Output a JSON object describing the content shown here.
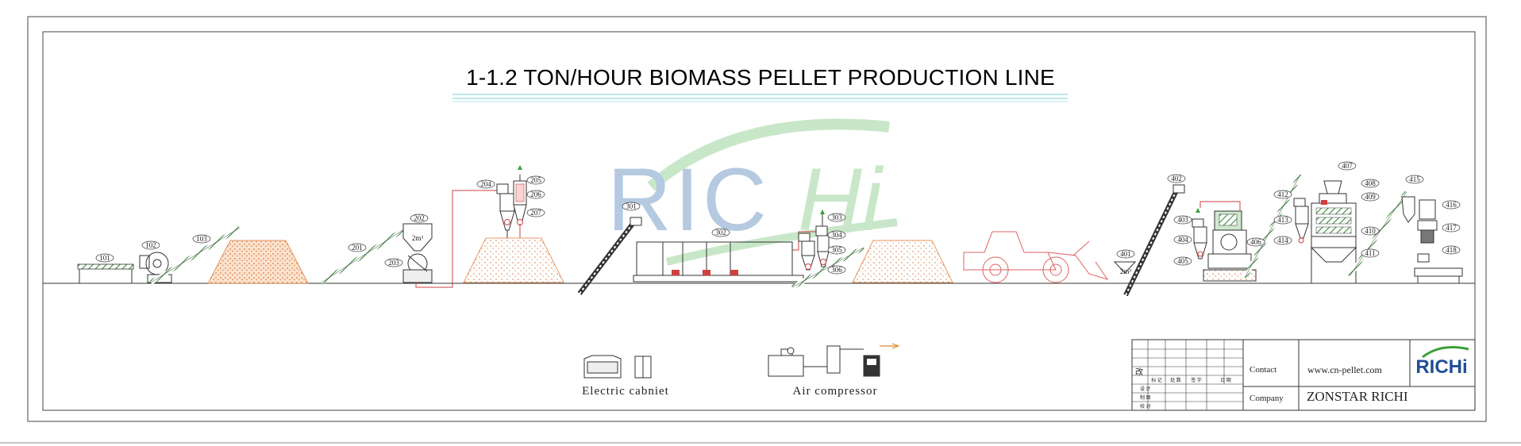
{
  "drawing": {
    "title": "1-1.2 TON/HOUR BIOMASS PELLET PRODUCTION LINE",
    "watermark": "RICHi",
    "colors": {
      "line": "#333333",
      "accent": "#d04040",
      "conveyor": "#3a8a3a",
      "pile": "#e07a3a",
      "watermark_blue": "#a9c0dc",
      "watermark_green": "#bfe3bf"
    }
  },
  "labels": {
    "l101": "101",
    "l102": "102",
    "l103": "103",
    "l201": "201",
    "l202": "202",
    "l203": "203",
    "l204": "204",
    "l205": "205",
    "l206": "206",
    "l207": "207",
    "l301": "301",
    "l302": "302",
    "l303": "303",
    "l304": "304",
    "l305": "305",
    "l306": "306",
    "l401": "401",
    "l402": "402",
    "l403": "403",
    "l404": "404",
    "l405": "405",
    "l406": "406",
    "l407": "407",
    "l408": "408",
    "l409": "409",
    "l410": "410",
    "l411": "411",
    "l412": "412",
    "l413": "413",
    "l414": "414",
    "l415": "415",
    "l416": "416",
    "l417": "417",
    "l418": "418",
    "bin_a": "2m³",
    "bin_b": "2m³"
  },
  "equipment": {
    "electric_cabinet": "Electric cabniet",
    "air_compressor": "Air compressor"
  },
  "title_block": {
    "contact_label": "Contact",
    "contact_value": "www.cn-pellet.com",
    "company_label": "Company",
    "company_value": "ZONSTAR RICHI",
    "logo_text": "RICHi",
    "rev_mark": "改",
    "col_headers": [
      "标 记",
      "处 数",
      "签 字",
      "日 期"
    ],
    "row_labels": [
      "设 计",
      "制 图",
      "校 对"
    ]
  }
}
